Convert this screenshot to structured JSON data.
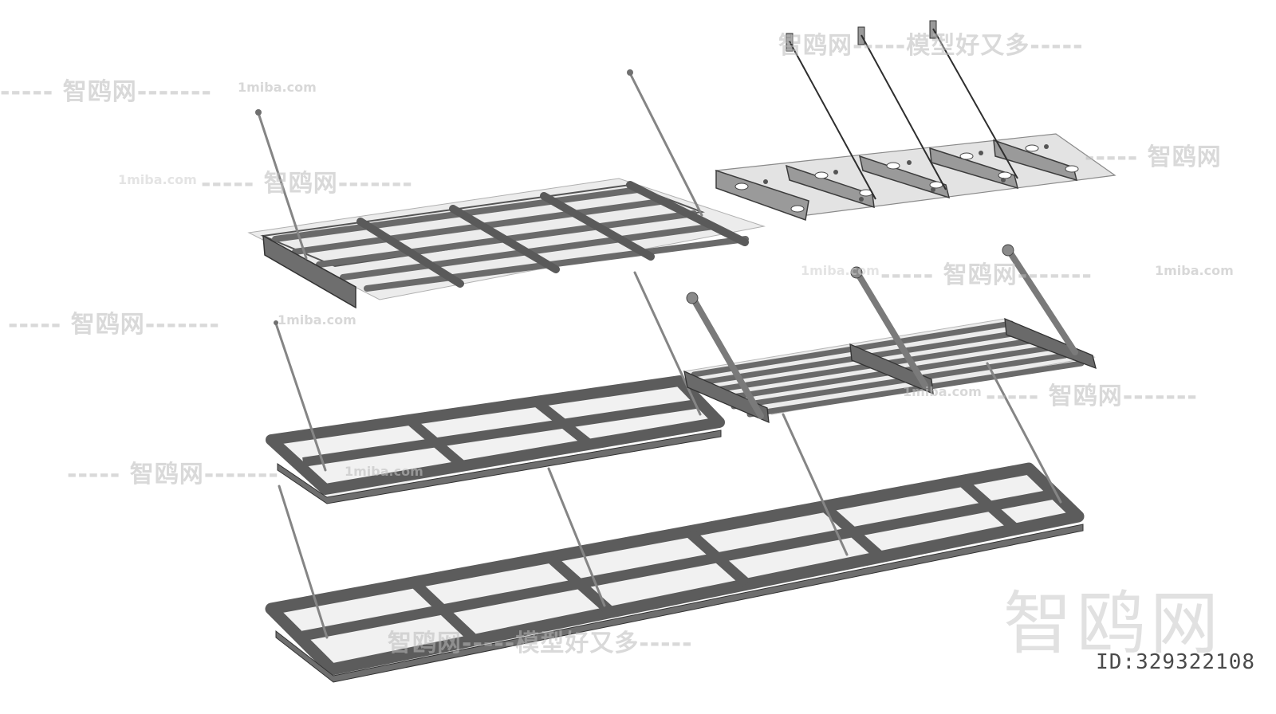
{
  "watermarks": {
    "brand": "智鸥网",
    "slogan": "模型好又多",
    "site": "1miba.com",
    "dashes_short": "-----",
    "dashes_long": "-------"
  },
  "big_watermark": "智鸥网",
  "id_label": "ID:329322108",
  "colors": {
    "frame": "#6e6e6e",
    "frame_dark": "#3c3c3c",
    "glass": "#e6e6e6",
    "rod": "#808080",
    "background": "#ffffff"
  }
}
